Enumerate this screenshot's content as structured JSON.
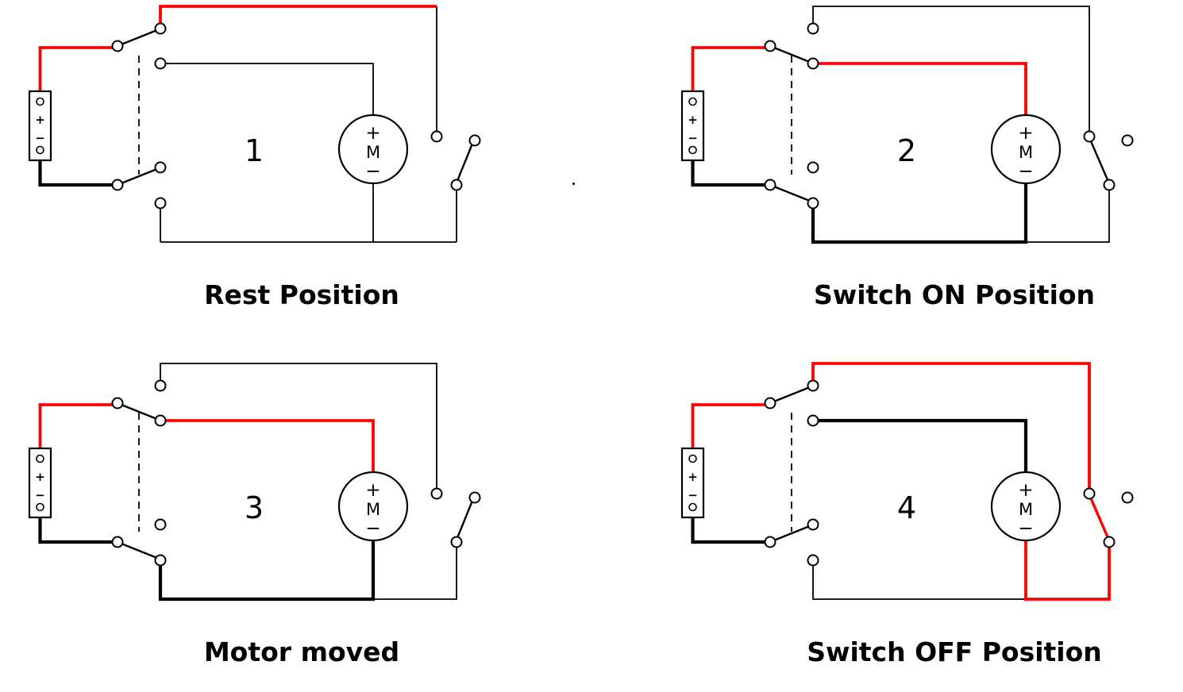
{
  "colors": {
    "live": "#ff0000",
    "wire": "#000000"
  },
  "battery": {
    "positive": "+",
    "negative": "−"
  },
  "motor": {
    "positive": "+",
    "label": "M",
    "negative": "−"
  },
  "panels": [
    {
      "number": "1",
      "caption": "Rest Position",
      "relay_contacts": "up",
      "right_switch": "open"
    },
    {
      "number": "2",
      "caption": "Switch ON Position",
      "relay_contacts": "down",
      "right_switch": "closed"
    },
    {
      "number": "3",
      "caption": "Motor moved",
      "relay_contacts": "down",
      "right_switch": "open"
    },
    {
      "number": "4",
      "caption": "Switch OFF Position",
      "relay_contacts": "up",
      "right_switch": "closed"
    }
  ]
}
